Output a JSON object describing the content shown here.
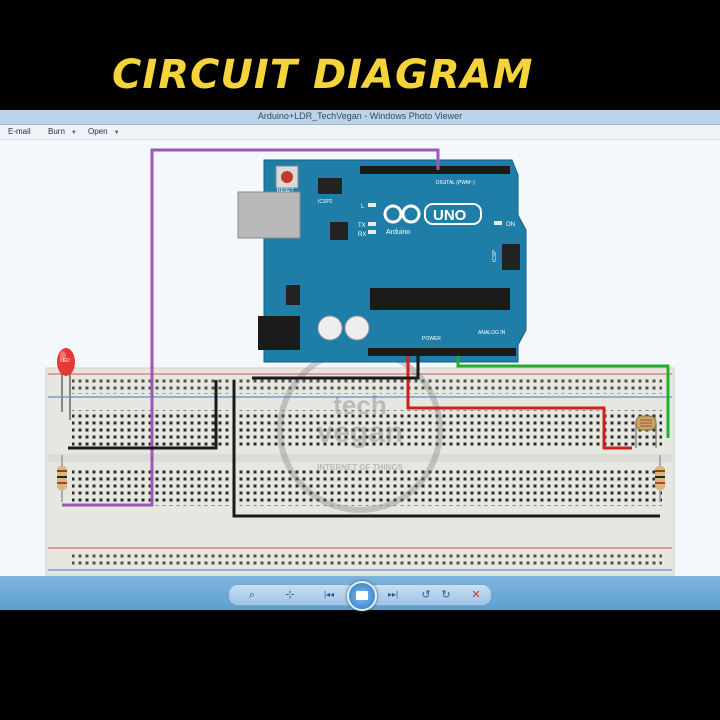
{
  "banner": {
    "title": "CIRCUIT DIAGRAM"
  },
  "window": {
    "title": "Arduino+LDR_TechVegan - Windows Photo Viewer",
    "menu": [
      {
        "label": "E-mail",
        "has_caret": false
      },
      {
        "label": "Burn",
        "has_caret": true
      },
      {
        "label": "Open",
        "has_caret": true
      }
    ]
  },
  "board": {
    "brand": "Arduino",
    "model": "UNO",
    "reset_label": "RESET",
    "icsp_label": "ICSP2",
    "icsp1_label": "ICSP",
    "digital_label": "DIGITAL (PWM~)",
    "analog_label": "ANALOG IN",
    "power_label": "POWER",
    "tx_label": "TX",
    "rx_label": "RX",
    "l_label": "L",
    "on_label": "ON"
  },
  "watermark": {
    "line1": "tech",
    "line2": "vegan",
    "line3": "INTERNET OF THINGS"
  },
  "led": {
    "label": "LED"
  },
  "toolbar": {
    "zoom_icon": "magnifier-icon",
    "fit_icon": "fit-window-icon",
    "prev_icon": "previous-icon",
    "play_icon": "slideshow-icon",
    "next_icon": "next-icon",
    "rotate_ccw_icon": "rotate-ccw-icon",
    "rotate_cw_icon": "rotate-cw-icon",
    "delete_icon": "delete-icon",
    "zoom_glyph": "⌕",
    "fit_glyph": "⊹",
    "prev_glyph": "|◂◂",
    "next_glyph": "▸▸|",
    "rotate_ccw_glyph": "↺",
    "rotate_cw_glyph": "↻",
    "delete_glyph": "✕"
  },
  "colors": {
    "banner_text": "#f5d33a",
    "board_blue": "#1f7ea8",
    "wire_purple": "#9b59b6",
    "wire_red": "#d0201c",
    "wire_green": "#22b02c",
    "wire_black": "#1a1a1a"
  }
}
